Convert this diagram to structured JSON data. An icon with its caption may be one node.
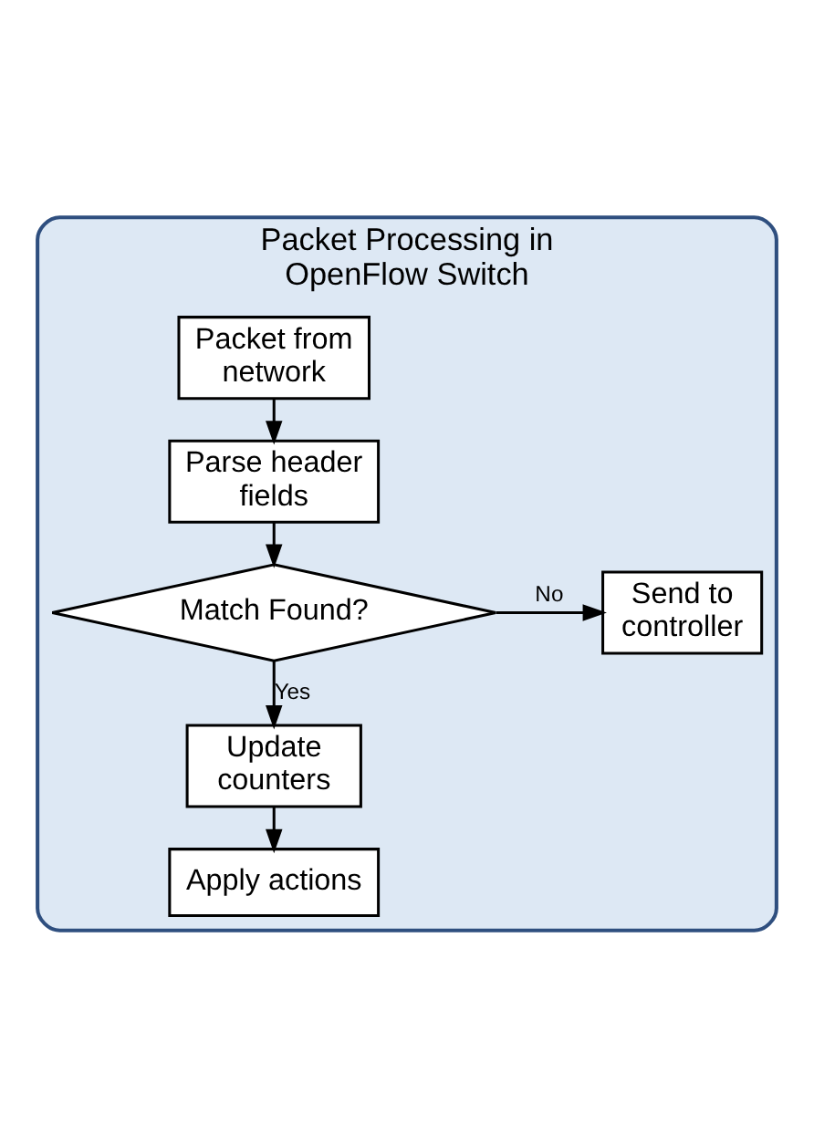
{
  "diagram": {
    "nodes": [
      {
        "text": [
          "Packet Processing in OpenFlow Switch"
        ]
      },
      {
        "text": [
          "Packet from network"
        ],
        "in": 0
      },
      {
        "text": [
          "Parse header fields"
        ],
        "in": 0
      },
      {
        "text": [
          "Match Found?"
        ],
        "in": 0
      },
      {
        "text": [
          "Send to controller"
        ],
        "in": 0
      },
      {
        "text": [
          "Update counters"
        ],
        "in": 0
      },
      {
        "text": [
          "Apply actions"
        ],
        "in": 0
      }
    ],
    "edges": [
      {
        "from": 1,
        "to": 2,
        "arrow": "to"
      },
      {
        "from": 2,
        "to": 3,
        "arrow": "to"
      },
      {
        "from": 3,
        "to": 4,
        "arrow": "to",
        "label": "No"
      },
      {
        "from": 3,
        "to": 5,
        "arrow": "to",
        "label": "Yes"
      },
      {
        "from": 5,
        "to": 6,
        "arrow": "to"
      }
    ]
  }
}
